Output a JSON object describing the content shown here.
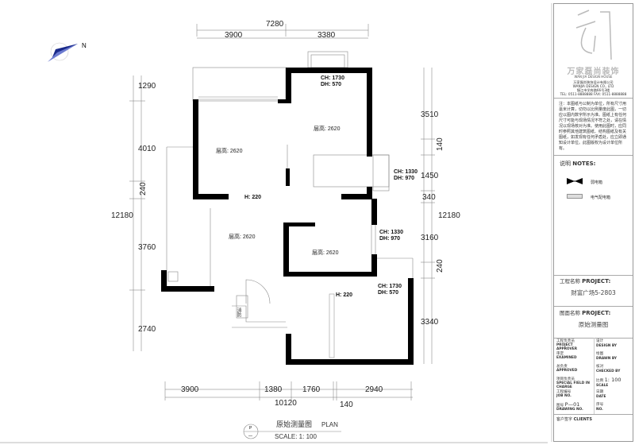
{
  "compass": {
    "north_label": "N"
  },
  "dimensions": {
    "top_total": "7280",
    "top_segments": [
      "3900",
      "3380"
    ],
    "left_total": "12180",
    "left_segments": [
      "1290",
      "4010",
      "240",
      "3760",
      "2740"
    ],
    "right_total": "12180",
    "right_segments": [
      "3510",
      "140",
      "1450",
      "340",
      "3160",
      "240",
      "3340"
    ],
    "bottom_total": "10120",
    "bottom_segments": [
      "3900",
      "1380",
      "1760",
      "2940"
    ],
    "bottom_extra": "140"
  },
  "rooms": {
    "upper_left_height": "层高: 2620",
    "upper_right_height": "层高: 2620",
    "living_height": "层高: 2620",
    "middle_right_height": "层高: 2620"
  },
  "annotations": {
    "window_a_ch": "CH: 1730",
    "window_a_dh": "DH: 570",
    "window_b_ch": "CH: 1330",
    "window_b_dh": "DH: 970",
    "window_c_ch": "CH: 1330",
    "window_c_dh": "DH: 970",
    "window_d_ch": "CH: 1730",
    "window_d_dh": "DH: 570",
    "beam_1": "H: 220",
    "beam_2": "H: 220",
    "shaft_label": "消防"
  },
  "drawing_title": {
    "symbol_top": "P",
    "symbol_bottom": "—",
    "title_cn": "原始测量图",
    "title_en": "PLAN",
    "scale": "SCALE: 1: 100"
  },
  "title_block": {
    "brand": "万家磊尚装饰",
    "brand_en": "WAN JIA DESIGN HOUSE",
    "company_lines": [
      "万家磊尚装饰设计有限公司",
      "WANJIA DESIGN CO., LTD",
      "镇江市学府路66号3楼",
      "TEL: 0511-8888888  FAX: 0511-8888888"
    ],
    "notes": "注：本图纸与公制为单位，所有尺寸用毫米计算，切勿以比例量度此图，一切应以图内数字所示为准。图纸上有任何尺寸可能与现场情况不符之处，请在情况以现场核对为准。使用此图时，应同时参照其他建筑图纸、结构图纸及有关图纸，如发现有任何矛盾处，应立即通知设计单位。此图版权为设计单位所有。",
    "notes_title_cn": "说明",
    "notes_title_en": "NOTES:",
    "legend_items": [
      "弱电箱",
      "电气配电箱"
    ],
    "project_label_cn": "工程名称",
    "project_label_en": "PROJECT:",
    "project_value": "财富广场5-2803",
    "drawing_label_cn": "图面名称",
    "drawing_label_en": "PROJECT:",
    "drawing_value": "原始测量图",
    "cells": [
      {
        "cn": "工程负责员",
        "en": "PROJECT APPROVER"
      },
      {
        "cn": "设计",
        "en": "DESIGN BY"
      },
      {
        "cn": "审定",
        "en": "EXAMINED"
      },
      {
        "cn": "绘图",
        "en": "DRAWN BY"
      },
      {
        "cn": "总负责",
        "en": "APPROVED"
      },
      {
        "cn": "核对",
        "en": "CHECKED BY"
      },
      {
        "cn": "项目负责员",
        "en": "SPECIAL FIELD IN CHARGE"
      },
      {
        "cn": "比例",
        "en": "SCALE"
      },
      {
        "cn": "工程编号",
        "en": "JOB NO."
      },
      {
        "cn": "日期",
        "en": "DATE"
      },
      {
        "cn": "图号",
        "en": "DRAWING NO."
      },
      {
        "cn": "序号",
        "en": "NO."
      }
    ],
    "scale_value": "1: 100",
    "drawing_no_value": "P—01",
    "client_cn": "客户签字",
    "client_en": "CLIENTS"
  }
}
